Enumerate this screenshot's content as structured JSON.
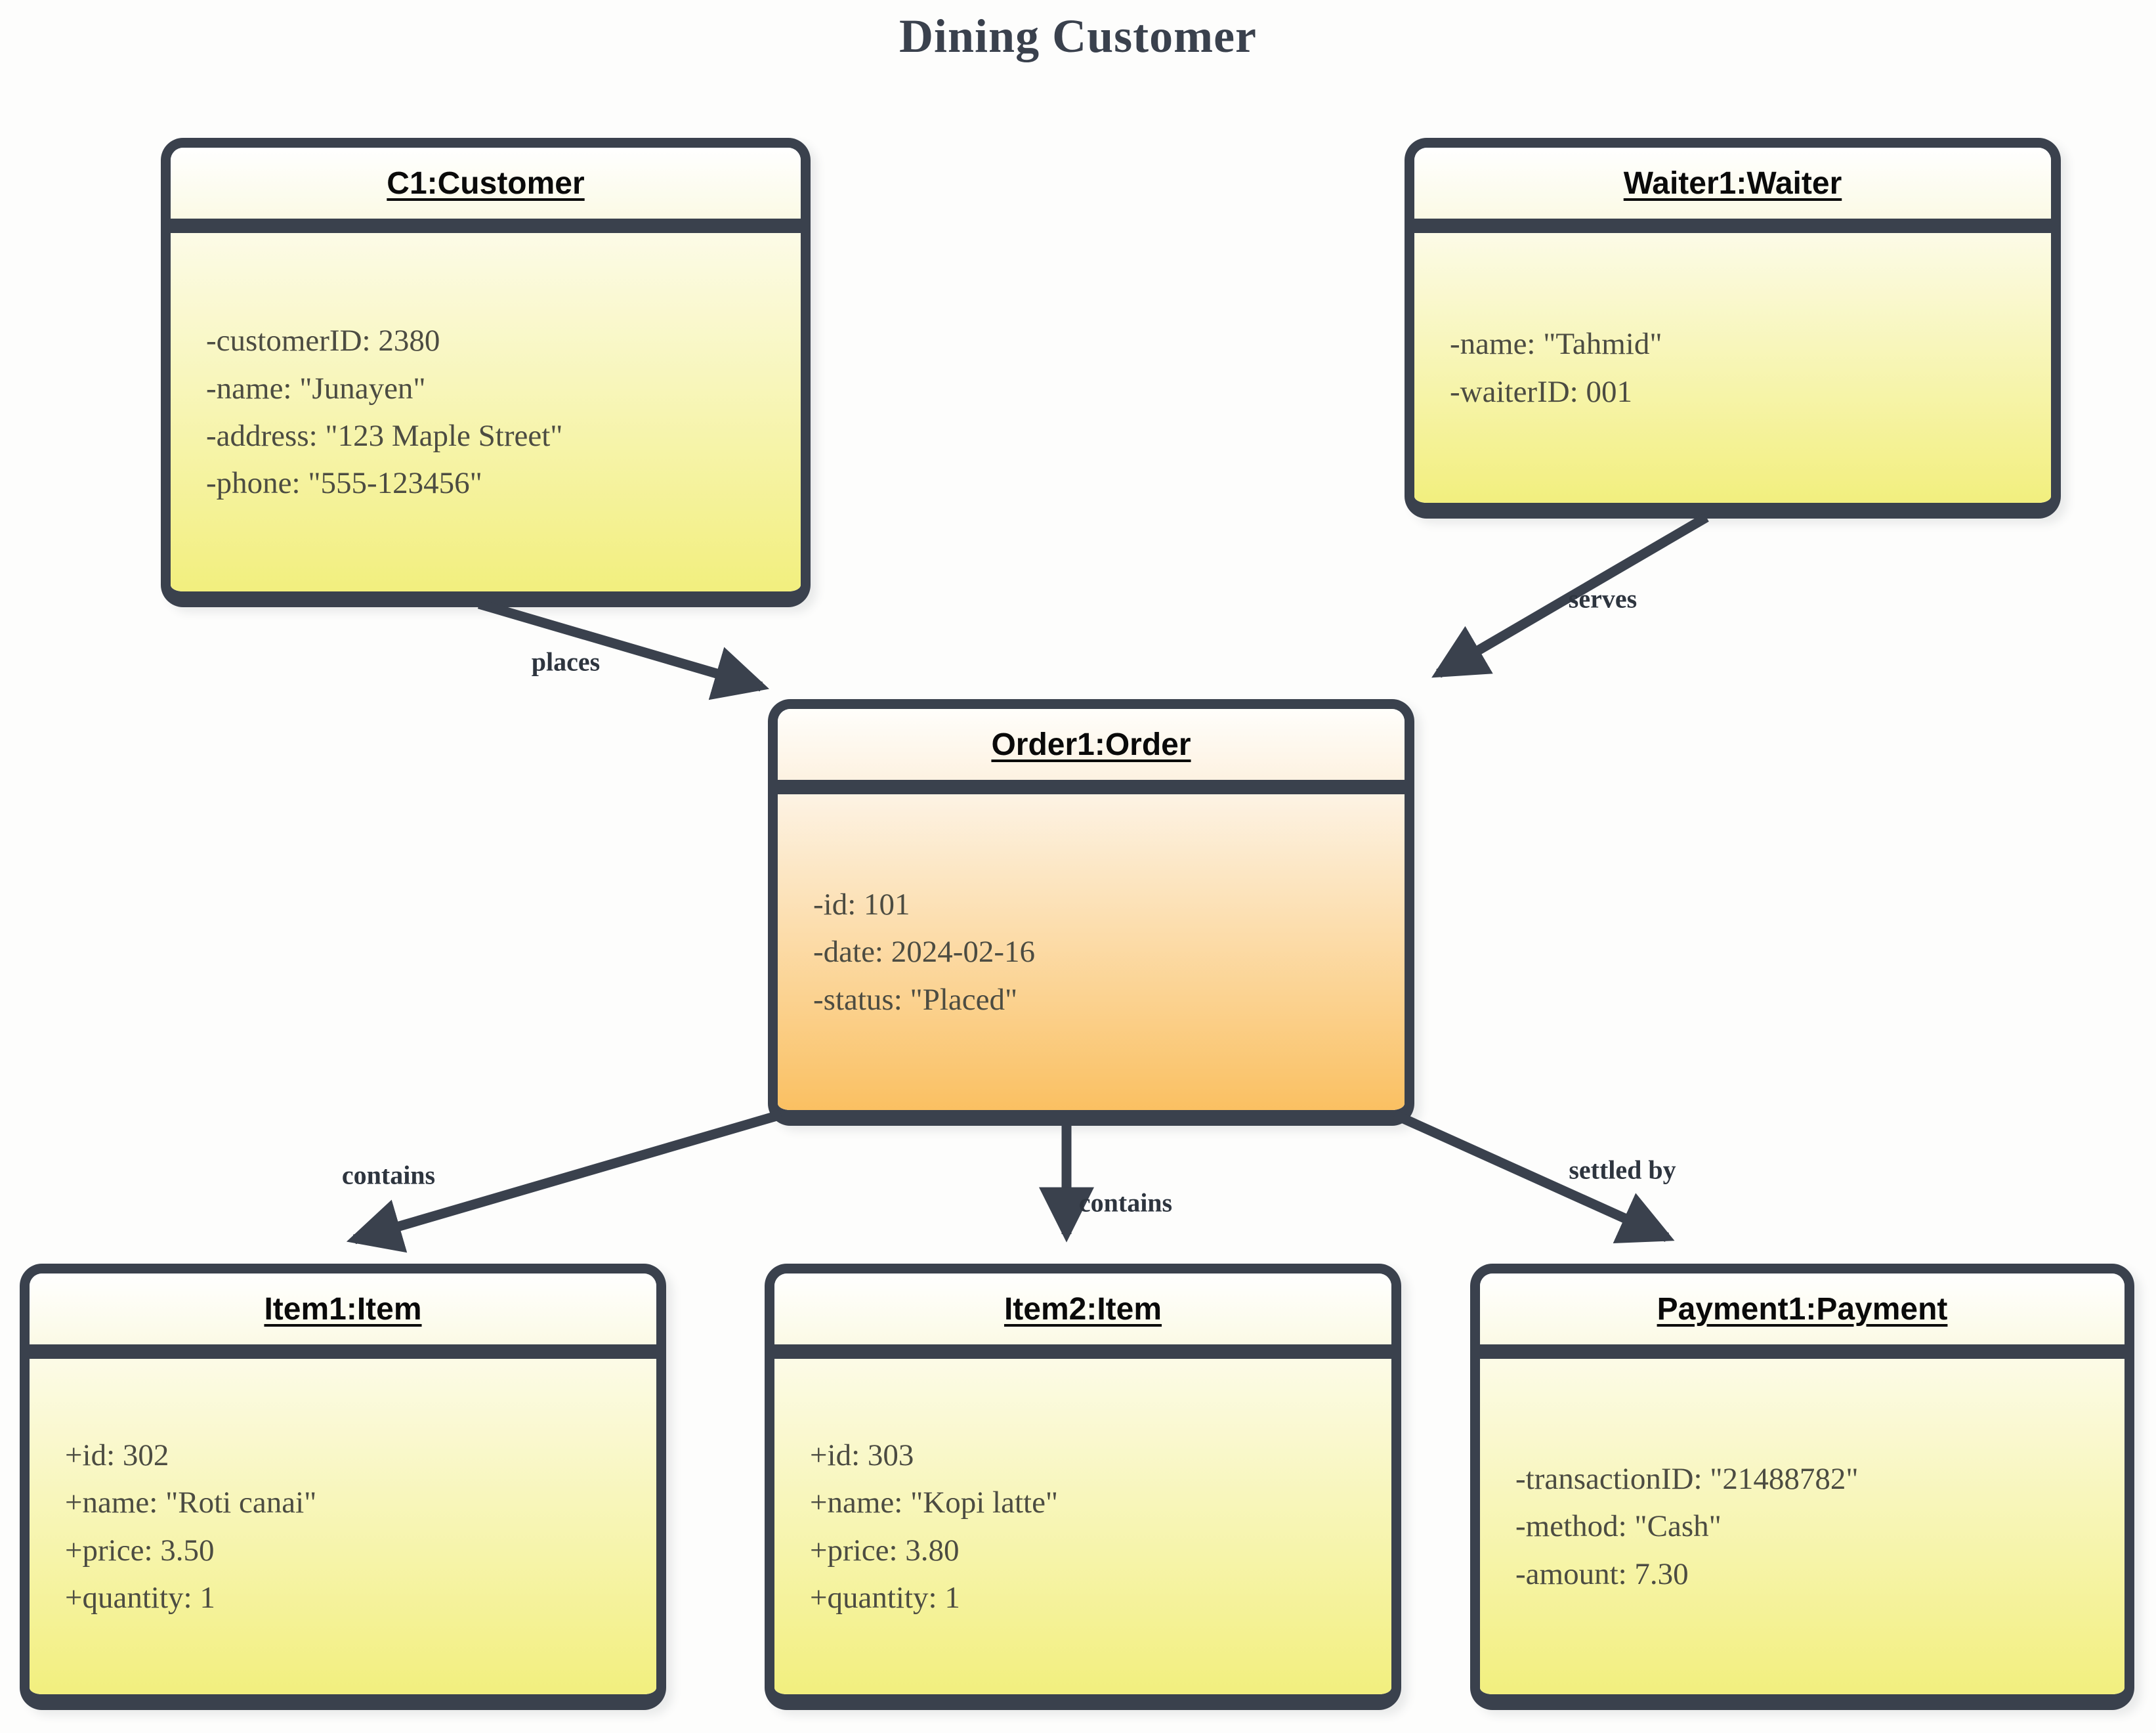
{
  "title": "Dining Customer",
  "palette": {
    "outline": "#3a414d",
    "yellow_body_top": "#fcfbe7",
    "yellow_body_bottom": "#f2ef7e",
    "orange_body_top": "#fdf3e4",
    "orange_body_bottom": "#fac062",
    "header_background": "#ffffff",
    "attribute_text": "#4c4c42",
    "edge_label_text": "#2e353f"
  },
  "objects": [
    {
      "name": "customer",
      "header": "C1:Customer",
      "theme": "yellow",
      "attributes": [
        "-customerID: 2380",
        "-name: \"Junayen\"",
        "-address: \"123 Maple Street\"",
        "-phone: \"555-123456\""
      ]
    },
    {
      "name": "waiter",
      "header": "Waiter1:Waiter",
      "theme": "yellow",
      "attributes": [
        "-name: \"Tahmid\"",
        "-waiterID: 001"
      ]
    },
    {
      "name": "order",
      "header": "Order1:Order",
      "theme": "orange",
      "attributes": [
        "-id: 101",
        "-date: 2024-02-16",
        "-status: \"Placed\""
      ]
    },
    {
      "name": "item1",
      "header": "Item1:Item",
      "theme": "yellow",
      "attributes": [
        "+id: 302",
        "+name: \"Roti canai\"",
        "+price: 3.50",
        "+quantity: 1"
      ]
    },
    {
      "name": "item2",
      "header": "Item2:Item",
      "theme": "yellow",
      "attributes": [
        "+id: 303",
        "+name: \"Kopi latte\"",
        "+price: 3.80",
        "+quantity: 1"
      ]
    },
    {
      "name": "payment",
      "header": "Payment1:Payment",
      "theme": "yellow",
      "attributes": [
        "-transactionID: \"21488782\"",
        "-method: \"Cash\"",
        "-amount: 7.30"
      ]
    }
  ],
  "relations": [
    {
      "label": "places",
      "from": "customer",
      "to": "order"
    },
    {
      "label": "serves",
      "from": "waiter",
      "to": "order"
    },
    {
      "label": "contains",
      "from": "order",
      "to": "item1"
    },
    {
      "label": "contains",
      "from": "order",
      "to": "item2"
    },
    {
      "label": "settled by",
      "from": "order",
      "to": "payment"
    }
  ]
}
